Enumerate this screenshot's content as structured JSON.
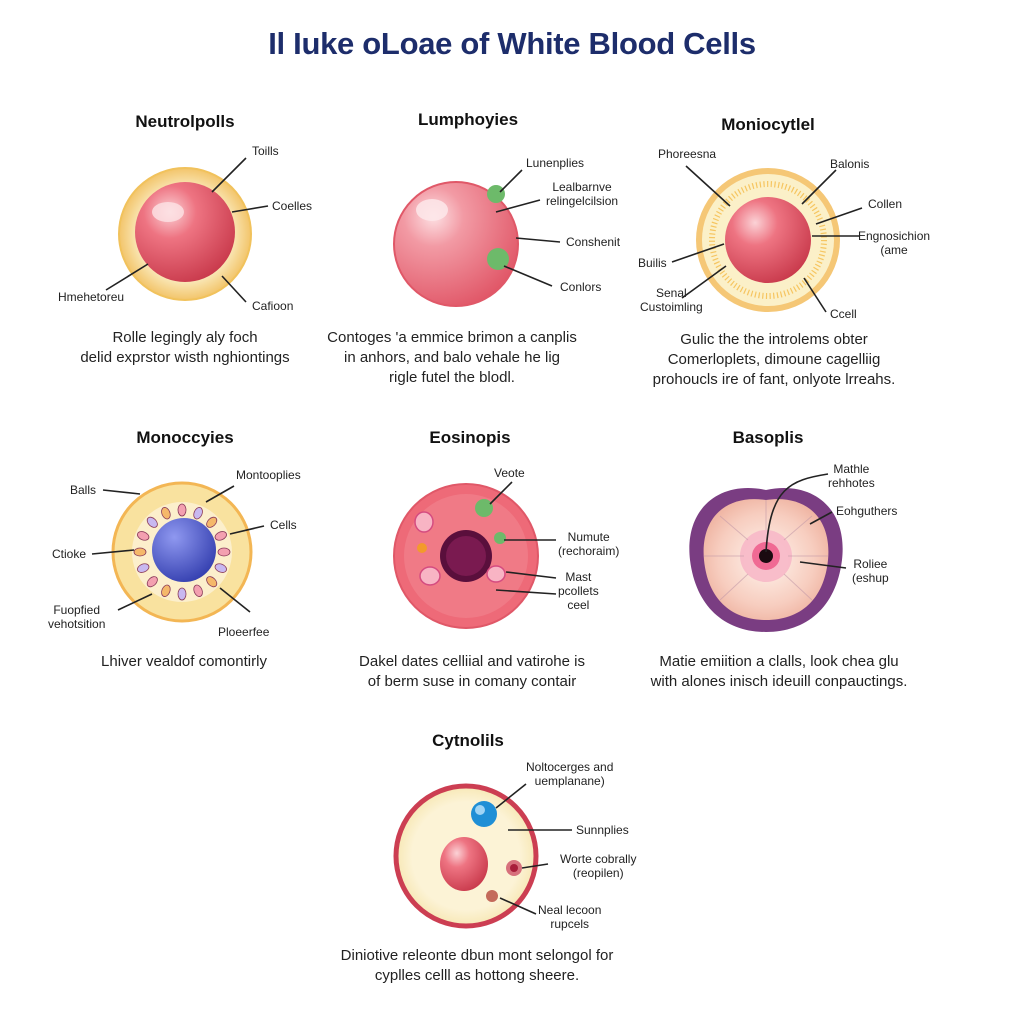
{
  "title": "Il Iuke oLoae of White Blood Cells",
  "cells": [
    {
      "name": "Neutrolpolls",
      "labels": [
        "Toills",
        "Coelles",
        "Hmehetoreu",
        "Cafioon"
      ],
      "description": [
        "Rolle legingly aly foch",
        "delid exprstor wisth nghiontings"
      ]
    },
    {
      "name": "Lumphoyies",
      "labels": [
        "Lunenplies",
        "Lealbarnve",
        "relingelcilsion",
        "Conshenit",
        "Conlors"
      ],
      "description": [
        "Contoges 'a emmice brimon a canplis",
        "in anhors, and balo vehale he lig",
        "rigle futel the blodl."
      ]
    },
    {
      "name": "Moniocytlel",
      "labels": [
        "Phoreesna",
        "Balonis",
        "Collen",
        "Engnosichion",
        "(ame",
        "Builis",
        "Senal",
        "Custoimling",
        "Ccell"
      ],
      "description": [
        "Gulic the the introlems obter",
        "Comerloplets, dimoune cagelliig",
        "prohoucls ire of fant, onlyote lrreahs."
      ]
    },
    {
      "name": "Monoccyies",
      "labels": [
        "Balls",
        "Montooplies",
        "Cells",
        "Ctioke",
        "Fuopfied",
        "vehotsition",
        "Ploeerfee"
      ],
      "description": [
        "Lhiver vealdof comontirly"
      ]
    },
    {
      "name": "Eosinopis",
      "labels": [
        "Veote",
        "Numute",
        "(rechoraim)",
        "Mast",
        "pcollets",
        "ceel"
      ],
      "description": [
        "Dakel dates celliial and vatirohe is",
        "of berm suse in comany contair"
      ]
    },
    {
      "name": "Basoplis",
      "labels": [
        "Mathle",
        "rehhotes",
        "Eohguthers",
        "Roliee",
        "(eshup"
      ],
      "description": [
        "Matie emiition a clalls, look chea glu",
        "with alones inisch ideuill conpauctings."
      ]
    },
    {
      "name": "Cytnolils",
      "labels": [
        "Noltocerges and",
        "uemplanane)",
        "Sunnplies",
        "Worte cobrally",
        "(reopilen)",
        "Neal lecoon",
        "rupcels"
      ],
      "description": [
        "Diniotive releonte dbun mont selongol for",
        "cyplles celll as hottong sheere."
      ]
    }
  ],
  "colors": {
    "title": "#1d2d6b",
    "red_cell": "#e05a66",
    "cream": "#f9e6ae",
    "nucleus_blue": "#4a56c8",
    "basophil_purple": "#7a3d82",
    "granule_green": "#6dba6a",
    "granule_blue": "#1f8fd6"
  }
}
